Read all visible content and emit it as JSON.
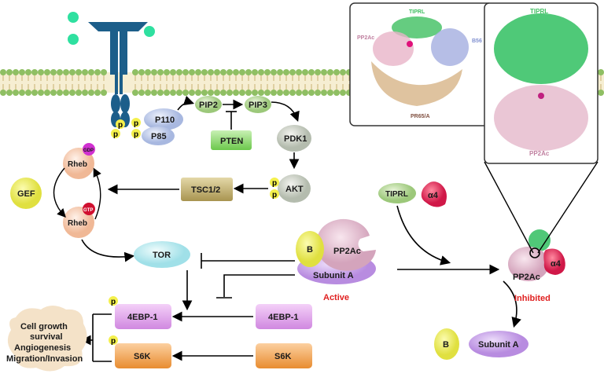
{
  "membrane": {
    "color_top": "#8fbf63",
    "color_inner": "#f2e8c8"
  },
  "receptor": {
    "p_labels": [
      "p",
      "p",
      "p",
      "p"
    ]
  },
  "nodes": {
    "p110": "P110",
    "p85": "P85",
    "pip2": "PIP2",
    "pip3": "PIP3",
    "pten": "PTEN",
    "pdk1": "PDK1",
    "akt": "AKT",
    "akt_p": [
      "p",
      "p"
    ],
    "tsc": "TSC1/2",
    "gef": "GEF",
    "rheb_gdp": "Rheb",
    "gdp": "GDP",
    "rheb_gtp": "Rheb",
    "gtp": "GTP",
    "tor": "TOR",
    "ebp_left": "4EBP-1",
    "ebp_right": "4EBP-1",
    "s6k_left": "S6K",
    "s6k_right": "S6K",
    "ebp_p": "p",
    "s6k_p": "p"
  },
  "pp2a_active": {
    "b": "B",
    "c": "PP2Ac",
    "a": "Subunit A",
    "status": "Active"
  },
  "pp2a_inhibited": {
    "c": "PP2Ac",
    "alpha4": "α4",
    "status": "Inhibited"
  },
  "free_inhibitors": {
    "tiprl": "TIPRL",
    "alpha4": "α4"
  },
  "released": {
    "b": "B",
    "a": "Subunit A"
  },
  "outcomes": [
    "Cell growth",
    "survival",
    "Angiogenesis",
    "Migration/Invasion"
  ],
  "inset_left": {
    "tiprl": "TIPRL",
    "pp2ac": "PP2Ac",
    "b56": "B56",
    "pr65": "PR65/A"
  },
  "inset_right": {
    "tiprl": "TIPRL",
    "pp2ac": "PP2Ac"
  },
  "colors": {
    "active": "#e02020",
    "inhibited": "#e02020",
    "pp2ac": "#dcb4c8",
    "subunit_a": "#c8a0e6",
    "b": "#f0f060"
  }
}
